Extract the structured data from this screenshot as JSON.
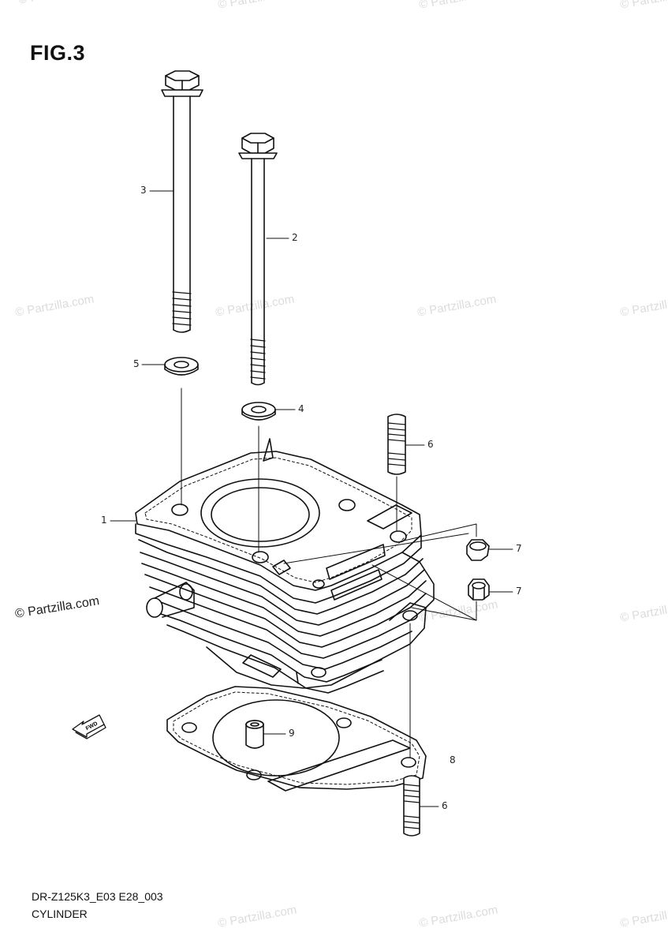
{
  "figure": {
    "title": "FIG.3"
  },
  "callouts": {
    "c1": "1",
    "c2": "2",
    "c3": "3",
    "c4": "4",
    "c5": "5",
    "c6a": "6",
    "c6b": "6",
    "c7a": "7",
    "c7b": "7",
    "c8": "8",
    "c9": "9"
  },
  "fwd": {
    "label": "FWD"
  },
  "footer": {
    "code": "DR-Z125K3_E03 E28_003",
    "name": "CYLINDER"
  },
  "watermark": {
    "text": "© Partzilla.com",
    "color": "#dcdcdc",
    "strong_color": "#222222"
  }
}
